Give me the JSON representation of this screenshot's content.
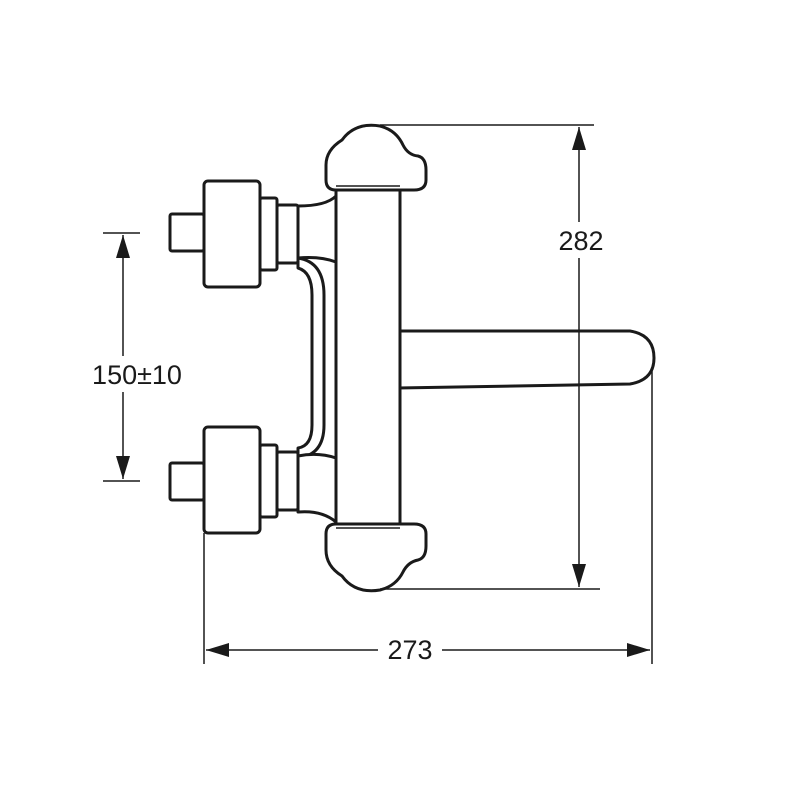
{
  "drawing": {
    "stroke_color": "#1a1a1a",
    "background_color": "#ffffff"
  },
  "dimensions": {
    "height_label": "282",
    "spacing_label": "150±10",
    "width_label": "273"
  }
}
